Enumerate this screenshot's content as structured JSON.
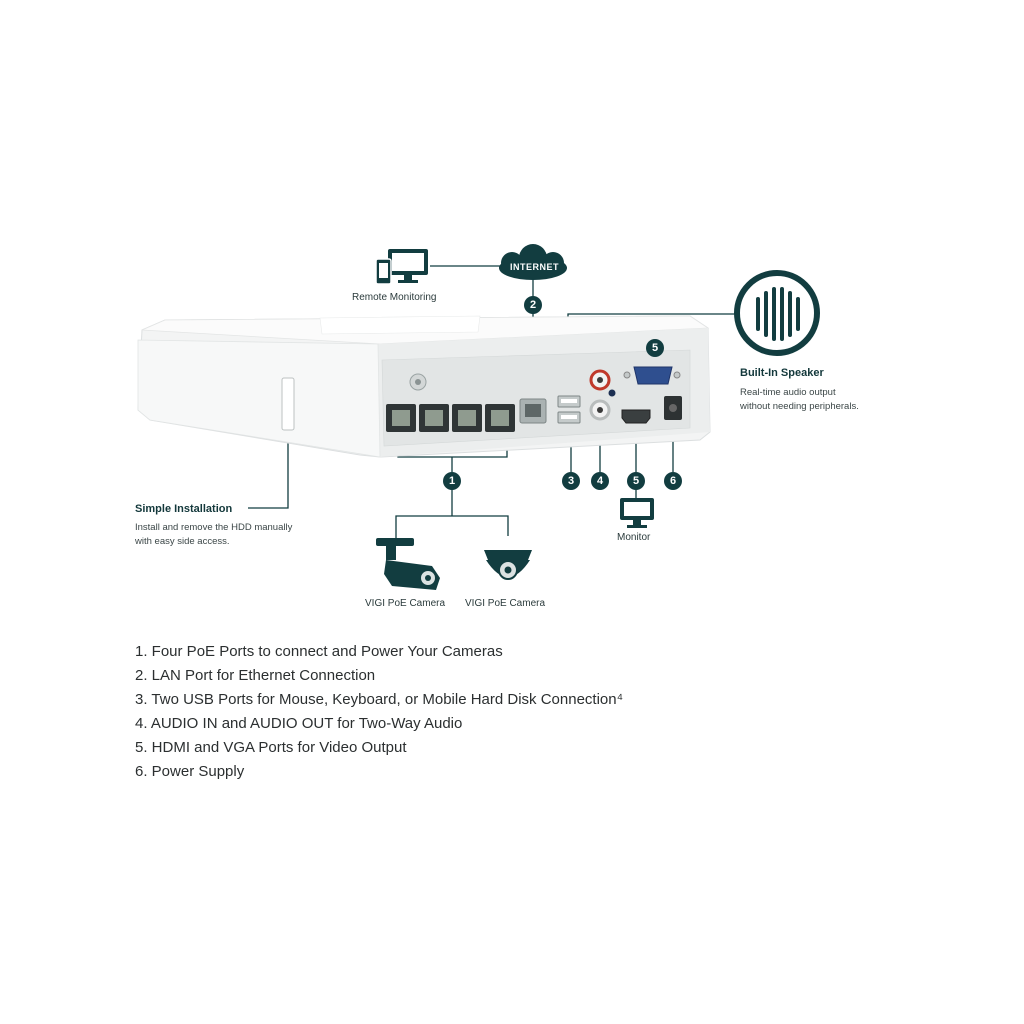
{
  "labels": {
    "remote_monitoring": "Remote Monitoring",
    "internet": "INTERNET",
    "builtin_speaker_title": "Built-In Speaker",
    "builtin_speaker_desc_1": "Real-time audio output",
    "builtin_speaker_desc_2": "without needing peripherals.",
    "simple_install_title": "Simple Installation",
    "simple_install_desc_1": "Install and remove the HDD manually",
    "simple_install_desc_2": "with easy side access.",
    "monitor": "Monitor",
    "camera_1": "VIGI PoE Camera",
    "camera_2": "VIGI PoE Camera"
  },
  "callouts": {
    "n1": "1",
    "n2": "2",
    "n3": "3",
    "n4": "4",
    "n5_top": "5",
    "n5_bottom": "5",
    "n6": "6"
  },
  "features": [
    "1. Four PoE Ports to connect and Power Your Cameras",
    "2. LAN Port for Ethernet Connection",
    "3. Two USB Ports for Mouse, Keyboard, or Mobile Hard Disk Connection⁴",
    "4. AUDIO IN and AUDIO OUT for Two-Way Audio",
    "5. HDMI and VGA Ports for Video Output",
    "6. Power Supply"
  ],
  "colors": {
    "accent": "#123d40",
    "device_body": "#f3f4f4",
    "device_shadow": "#dfe2e2"
  },
  "icons": [
    "computer-phone-icon",
    "internet-cloud-icon",
    "speaker-icon",
    "monitor-icon",
    "bullet-camera-icon",
    "dome-camera-icon"
  ]
}
